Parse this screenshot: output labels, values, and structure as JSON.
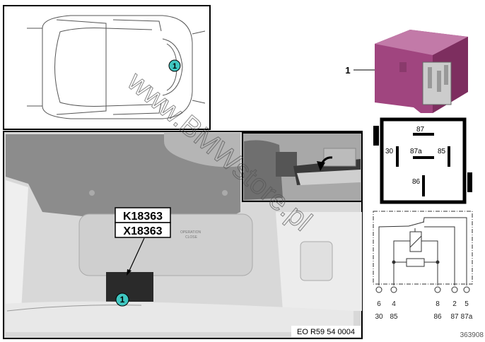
{
  "car_view": {
    "callout": "1"
  },
  "photo": {
    "label_relay": "K18363",
    "label_connector": "X18363",
    "callout": "1",
    "image_code": "EO R59 54 0004",
    "box_print_1": "OPERATION",
    "box_print_2": "CLOSE"
  },
  "part": {
    "callout": "1",
    "color": "#a0457f"
  },
  "pinout": {
    "pins": [
      "87",
      "30",
      "87a",
      "85",
      "86"
    ]
  },
  "schematic": {
    "terminals": [
      {
        "num": "6",
        "pin": "30"
      },
      {
        "num": "4",
        "pin": "85"
      },
      {
        "num": "8",
        "pin": "86"
      },
      {
        "num": "2",
        "pin": "87"
      },
      {
        "num": "5",
        "pin": "87a"
      }
    ]
  },
  "diagram_number": "363908",
  "watermark": "www.BMWstore.pl",
  "colors": {
    "callout": "#3fc6c0"
  }
}
